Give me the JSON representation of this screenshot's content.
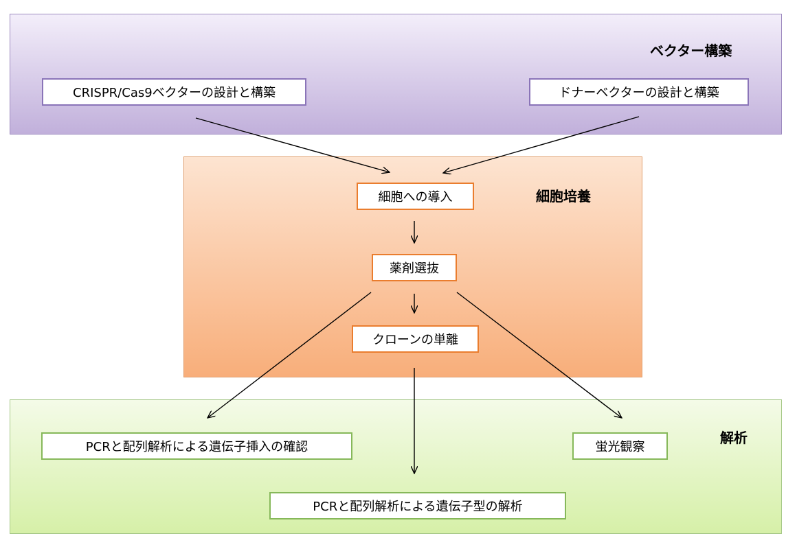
{
  "sections": {
    "vector": {
      "title": "ベクター構築"
    },
    "culture": {
      "title": "細胞培養"
    },
    "analysis": {
      "title": "解析"
    }
  },
  "steps": {
    "crispr_design": "CRISPR/Cas9ベクターの設計と構築",
    "donor_design": "ドナーベクターの設計と構築",
    "transfection": "細胞への導入",
    "drug_selection": "薬剤選抜",
    "clone_isolation": "クローンの単離",
    "insertion_check": "PCRと配列解析による遺伝子挿入の確認",
    "fluorescence": "蛍光観察",
    "genotype_analysis": "PCRと配列解析による遺伝子型の解析"
  }
}
